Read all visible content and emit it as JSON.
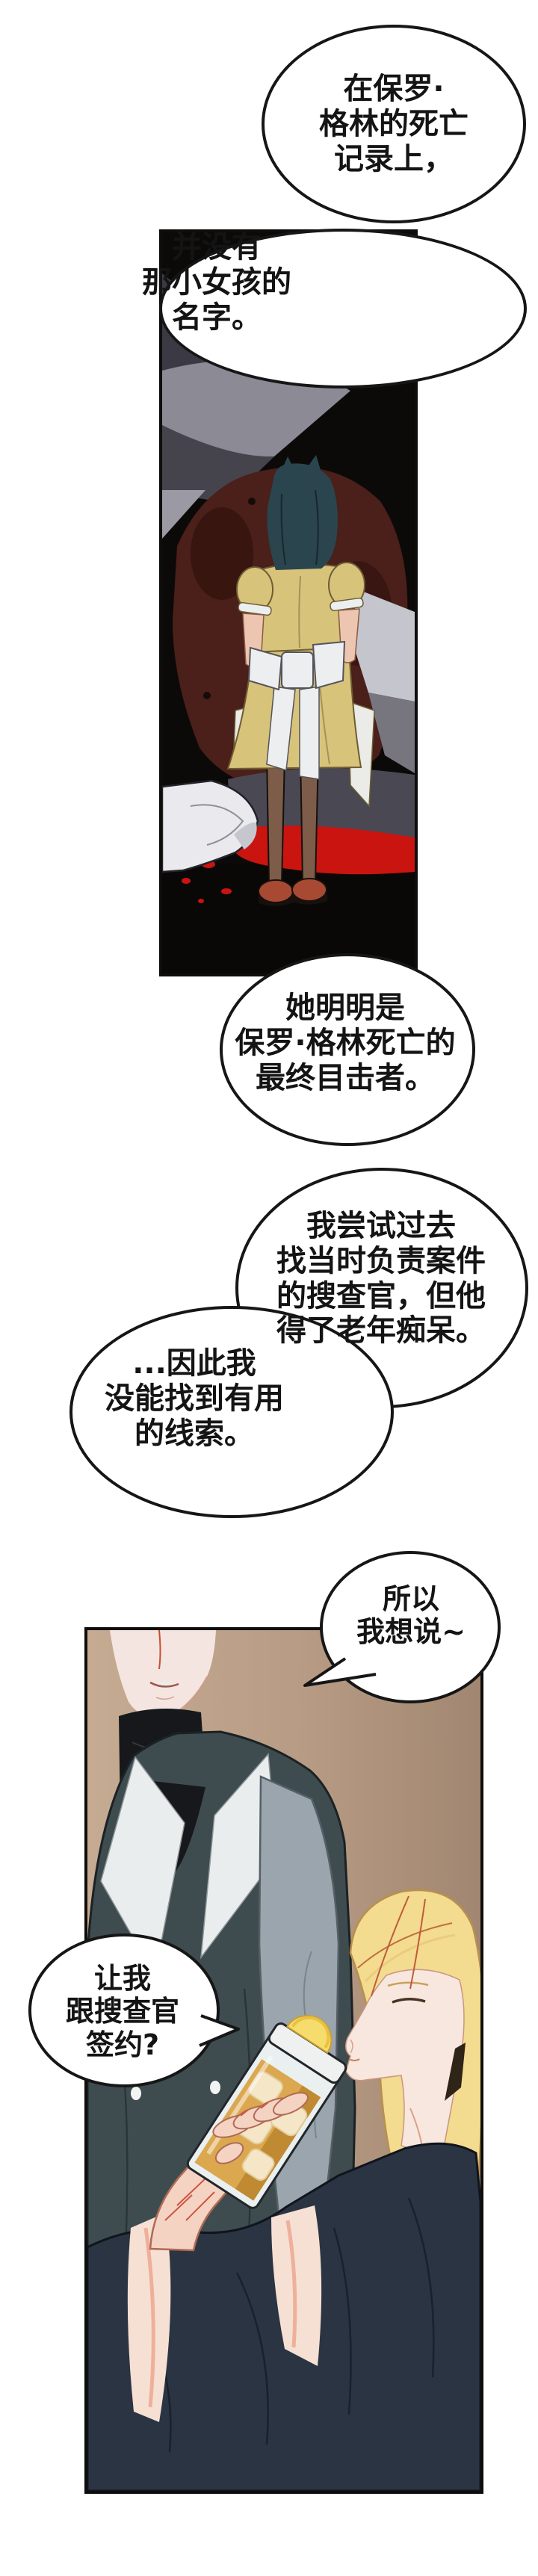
{
  "page": {
    "kind": "webtoon-comic-page",
    "background": "#ffffff"
  },
  "bubbles": [
    {
      "id": "bubble-1",
      "text": "在保罗·\n格林的死亡\n记录上，"
    },
    {
      "id": "bubble-2",
      "text": "并没有\n那小女孩的\n名字。"
    },
    {
      "id": "bubble-3",
      "text": "她明明是\n保罗·格林死亡的\n最终目击者。"
    },
    {
      "id": "bubble-4",
      "text": "我尝试过去\n找当时负责案件\n的搜查官，但他\n得了老年痴呆。"
    },
    {
      "id": "bubble-5",
      "text": "...因此我\n没能找到有用\n的线索。"
    },
    {
      "id": "bubble-6",
      "text": "所以\n我想说~"
    },
    {
      "id": "bubble-7",
      "text": "让我\n跟搜查官\n签约?"
    }
  ],
  "panels": [
    {
      "id": "panel-1",
      "description": "dark crime scene: girl in yellow dress seen from behind, standing over a fallen body with blood pool, scattered gray papers on black/maroon background"
    },
    {
      "id": "panel-2",
      "description": "tan room: man in dark teal coat with white lapels and black turtleneck standing; blond long-haired man in navy robe drinking iced lemon drink from tilted glass"
    }
  ],
  "palette": {
    "blood_red": "#c91410",
    "dress_yellow": "#d8c37a",
    "girl_hair_teal": "#2a454d",
    "panel_tan": "#b79b84",
    "coat_teal": "#3e4c50",
    "lapel_white": "#eaeded",
    "sleeve_gray": "#9aa5ad",
    "blond_hair": "#f3db90",
    "robe_navy": "#2b3442",
    "liquid_amber": "#dba84f",
    "skin_pale": "#f6e0d4",
    "outline_black": "#161616"
  }
}
